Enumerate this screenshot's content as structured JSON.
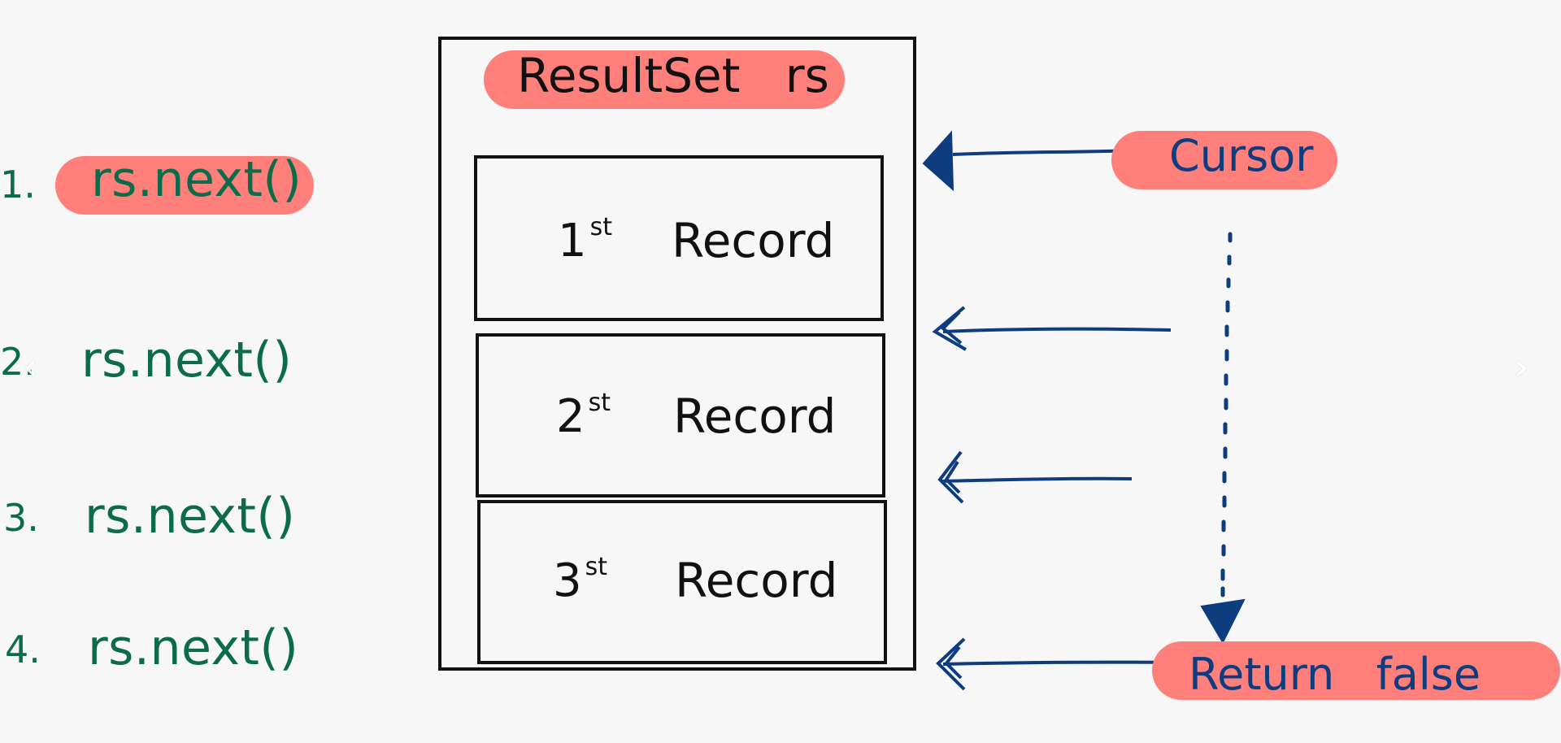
{
  "diagram": {
    "resultset_label": "ResultSet   rs",
    "records": [
      {
        "ordinal": "1",
        "suffix": "st",
        "label": "Record"
      },
      {
        "ordinal": "2",
        "suffix": "st",
        "label": "Record"
      },
      {
        "ordinal": "3",
        "suffix": "st",
        "label": "Record"
      }
    ],
    "cursor_label": "Cursor",
    "return_label": "Return   false"
  },
  "steps": [
    {
      "number": "1.",
      "code": "rs.next()"
    },
    {
      "number": "2.",
      "code": "rs.next()"
    },
    {
      "number": "3.",
      "code": "rs.next()"
    },
    {
      "number": "4.",
      "code": "rs.next()"
    }
  ],
  "nav": {
    "prev_icon": "chevron-left-icon",
    "next_icon": "chevron-right-icon",
    "prev_glyph": "‹",
    "next_glyph": "›"
  },
  "colors": {
    "highlight": "#ff7f7a",
    "code_green": "#0b6b4a",
    "arrow_blue": "#0d3c7f",
    "ink": "#111111",
    "background": "#f7f7f7"
  }
}
